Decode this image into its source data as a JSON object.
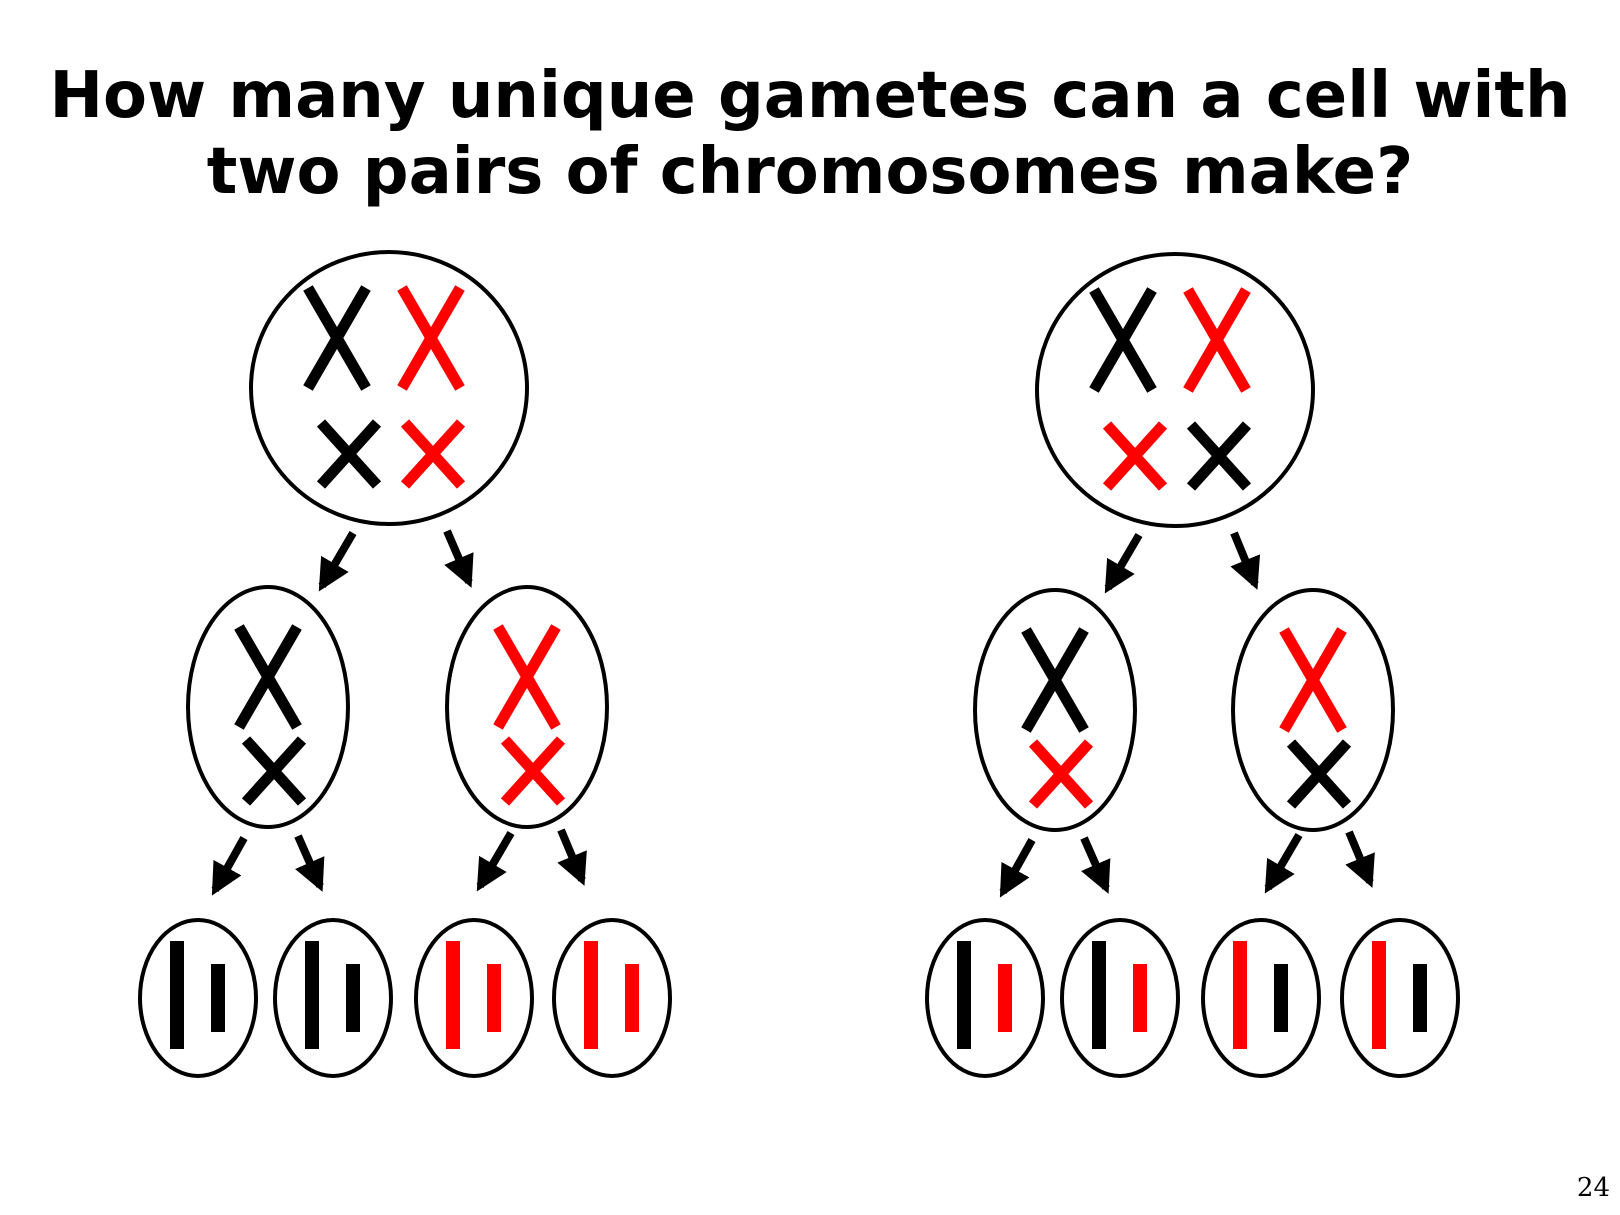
{
  "title": {
    "line1": "How many unique gametes can a cell with",
    "line2": "two pairs of chromosomes make?"
  },
  "page_number": "24",
  "colors": {
    "maternal": "#000000",
    "paternal": "#ff0000",
    "outline": "#000000",
    "background": "#ffffff"
  },
  "chromosome_sets": {
    "parent_cells": [
      {
        "large_pair": [
          "maternal",
          "paternal"
        ],
        "small_pair": [
          "maternal",
          "paternal"
        ]
      },
      {
        "large_pair": [
          "maternal",
          "paternal"
        ],
        "small_pair": [
          "paternal",
          "maternal"
        ]
      }
    ],
    "daughter_cells": [
      [
        {
          "large": "maternal",
          "small": "maternal"
        },
        {
          "large": "paternal",
          "small": "paternal"
        }
      ],
      [
        {
          "large": "maternal",
          "small": "paternal"
        },
        {
          "large": "paternal",
          "small": "maternal"
        }
      ]
    ],
    "gametes": [
      [
        {
          "long": "maternal",
          "short": "maternal"
        },
        {
          "long": "maternal",
          "short": "maternal"
        },
        {
          "long": "paternal",
          "short": "paternal"
        },
        {
          "long": "paternal",
          "short": "paternal"
        }
      ],
      [
        {
          "long": "maternal",
          "short": "paternal"
        },
        {
          "long": "maternal",
          "short": "paternal"
        },
        {
          "long": "paternal",
          "short": "maternal"
        },
        {
          "long": "paternal",
          "short": "maternal"
        }
      ]
    ]
  }
}
